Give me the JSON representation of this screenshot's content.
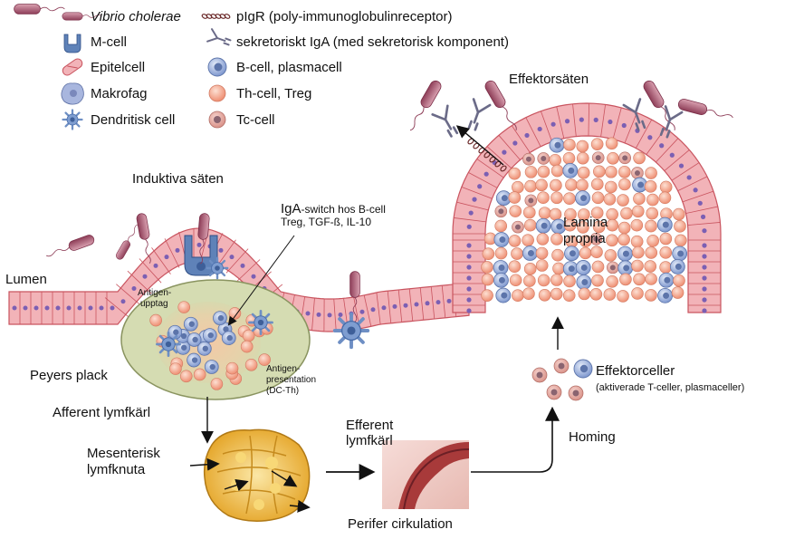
{
  "legend": {
    "left": [
      {
        "label": "Vibrio cholerae",
        "icon": "bacterium-icon",
        "italic": true
      },
      {
        "label": "M-cell",
        "icon": "m-cell-icon"
      },
      {
        "label": "Epitelcell",
        "icon": "epithelial-cell-icon"
      },
      {
        "label": "Makrofag",
        "icon": "macrophage-icon"
      },
      {
        "label": "Dendritisk cell",
        "icon": "dendritic-cell-icon"
      }
    ],
    "right": [
      {
        "label": "pIgR (poly-immunoglobulinreceptor)",
        "icon": "pigr-chain-icon"
      },
      {
        "label": "sekretoriskt IgA (med sekretorisk komponent)",
        "icon": "siga-icon"
      },
      {
        "label": "B-cell, plasmacell",
        "icon": "b-cell-icon"
      },
      {
        "label": "Th-cell, Treg",
        "icon": "th-cell-icon"
      },
      {
        "label": "Tc-cell",
        "icon": "tc-cell-icon"
      }
    ]
  },
  "labels": {
    "inductive": "Induktiva säten",
    "effector_sites": "Effektorsäten",
    "lumen": "Lumen",
    "iga_main": "IgA",
    "iga_rest": "-switch hos B-cell",
    "iga_line2": "Treg, TGF-ß, IL-10",
    "lamina_1": "Lamina",
    "lamina_2": "propria",
    "antigen_uptake_1": "Antigen-",
    "antigen_uptake_2": "upptag",
    "peyers": "Peyers plack",
    "antigen_pres_1": "Antigen-",
    "antigen_pres_2": "presentation",
    "antigen_pres_3": "(DC-Th)",
    "afferent": "Afferent lymfkärl",
    "efferent_1": "Efferent",
    "efferent_2": "lymfkärl",
    "mesenteric_1": "Mesenterisk",
    "mesenteric_2": "lymfknuta",
    "perifer": "Perifer cirkulation",
    "homing": "Homing",
    "effector_cells": "Effektorceller",
    "effector_cells_sub": "(aktiverade T-celler, plasmaceller)"
  },
  "colors": {
    "epithelium": "#f2b3b8",
    "epithelium_edge": "#c9545f",
    "nucleus": "#7b5fb3",
    "th_cell": "#f5a889",
    "b_cell": "#9fb3dd",
    "tc_cell": "#8a6470",
    "bacterium": "#a8546a",
    "m_cell": "#5f82b8",
    "peyers_fill": "#d7dfb4"
  }
}
